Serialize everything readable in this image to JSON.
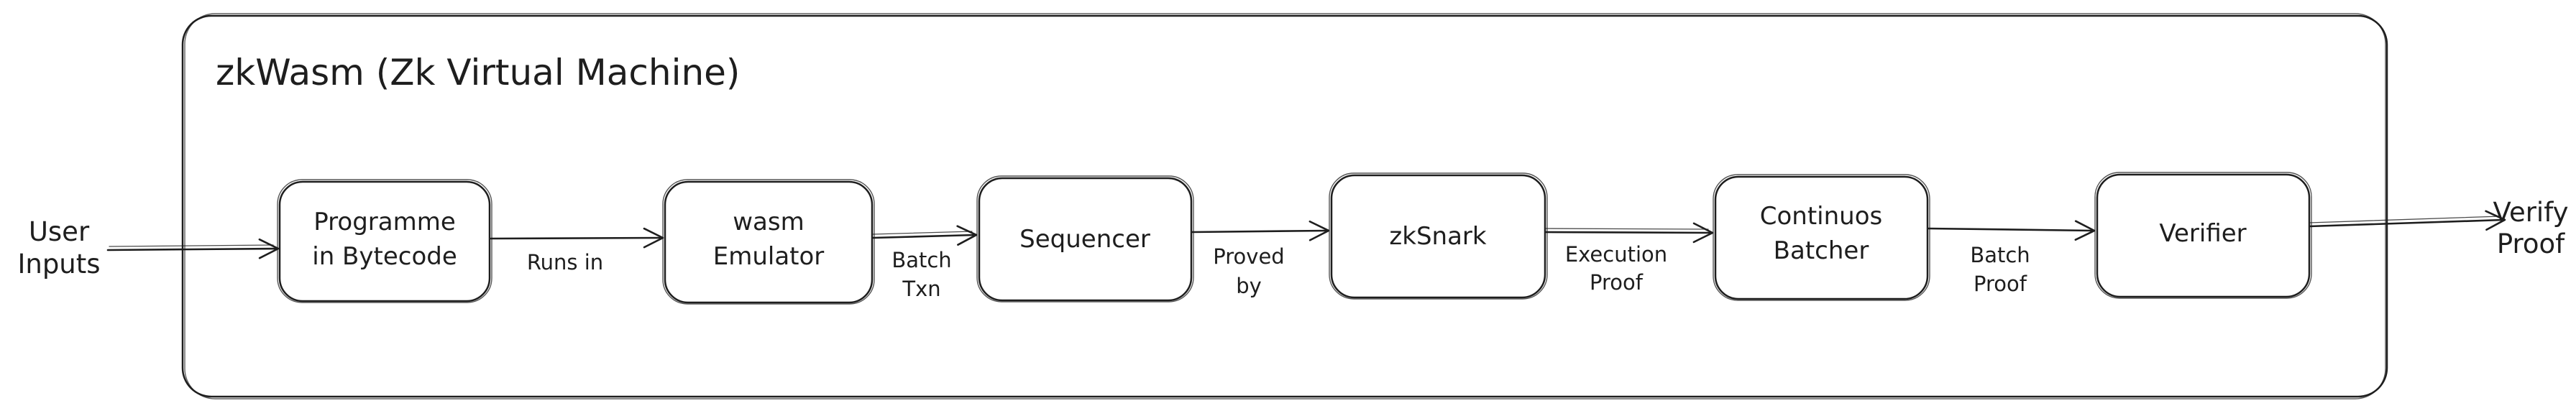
{
  "container": {
    "title": "zkWasm (Zk Virtual Machine)"
  },
  "input": {
    "line1": "User",
    "line2": "Inputs"
  },
  "output": {
    "line1": "Verify",
    "line2": "Proof"
  },
  "boxes": [
    {
      "line1": "Programme",
      "line2": "in Bytecode"
    },
    {
      "line1": "wasm",
      "line2": "Emulator"
    },
    {
      "line1": "Sequencer",
      "line2": ""
    },
    {
      "line1": "zkSnark",
      "line2": ""
    },
    {
      "line1": "Continuos",
      "line2": "Batcher"
    },
    {
      "line1": "Verifier",
      "line2": ""
    }
  ],
  "edges": [
    {
      "line1": "Runs in",
      "line2": ""
    },
    {
      "line1": "Batch",
      "line2": "Txn"
    },
    {
      "line1": "Proved",
      "line2": "by"
    },
    {
      "line1": "Execution",
      "line2": "Proof"
    },
    {
      "line1": "Batch",
      "line2": "Proof"
    }
  ]
}
